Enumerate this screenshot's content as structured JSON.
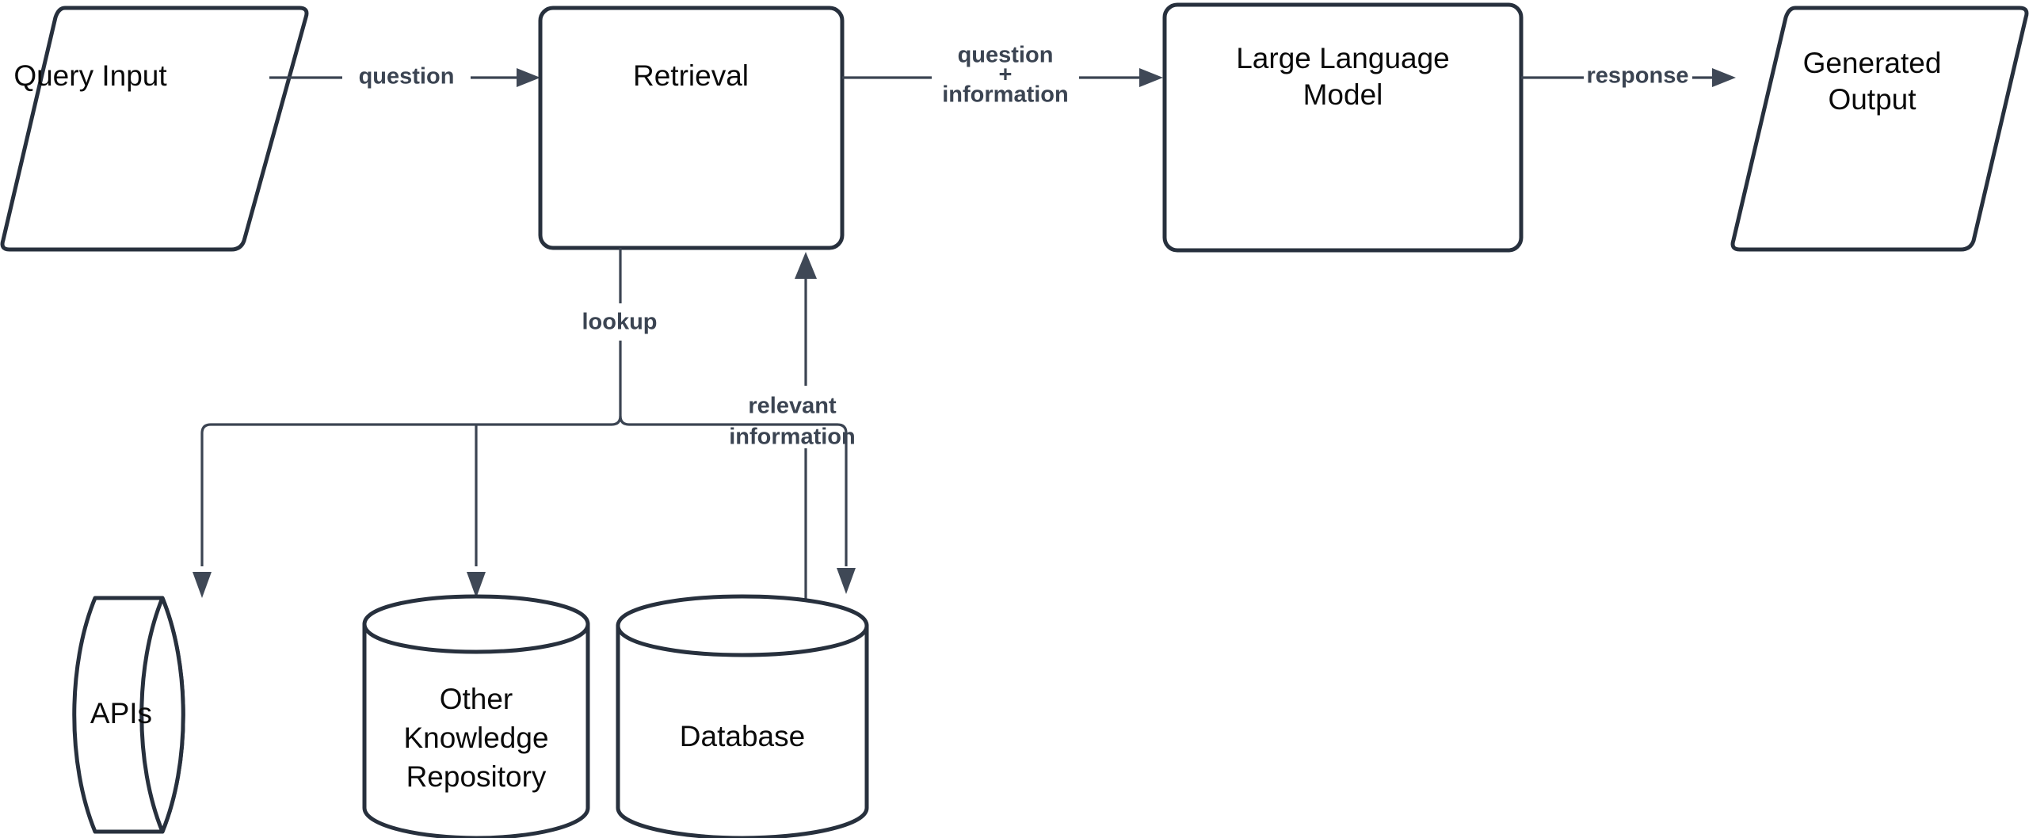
{
  "diagram": {
    "title": "Retrieval Augmented Generation flow",
    "colors": {
      "shape_stroke": "#27303d",
      "connector_stroke": "#3b4452",
      "arrow_fill": "#3f4856",
      "shape_fill": "#ffffff",
      "background": "#ffffff",
      "node_text": "#0a0a0a",
      "edge_text": "#3b4452"
    },
    "nodes": [
      {
        "id": "query-input",
        "label": "Query Input",
        "shape": "parallelogram"
      },
      {
        "id": "retrieval",
        "label": "Retrieval",
        "shape": "rounded-rectangle"
      },
      {
        "id": "large-language-model",
        "label_line1": "Large Language",
        "label_line2": "Model",
        "shape": "rounded-rectangle"
      },
      {
        "id": "generated-output",
        "label_line1": "Generated",
        "label_line2": "Output",
        "shape": "parallelogram"
      },
      {
        "id": "apis",
        "label": "APIs",
        "shape": "horizontal-cylinder"
      },
      {
        "id": "other-knowledge-repository",
        "label_line1": "Other",
        "label_line2": "Knowledge",
        "label_line3": "Repository",
        "shape": "cylinder"
      },
      {
        "id": "database",
        "label": "Database",
        "shape": "cylinder"
      }
    ],
    "edges": [
      {
        "id": "query-to-retrieval",
        "label": "question",
        "from": "query-input",
        "to": "retrieval"
      },
      {
        "id": "retrieval-to-llm",
        "label_line1": "question",
        "label_line2": "+",
        "label_line3": "information",
        "from": "retrieval",
        "to": "large-language-model"
      },
      {
        "id": "llm-to-output",
        "label": "response",
        "from": "large-language-model",
        "to": "generated-output"
      },
      {
        "id": "retrieval-lookup",
        "label": "lookup",
        "from": "retrieval",
        "to": "apis, other-knowledge-repository, database"
      },
      {
        "id": "database-to-retrieval",
        "label_line1": "relevant",
        "label_line2": "information",
        "from": "database",
        "to": "retrieval"
      }
    ]
  }
}
